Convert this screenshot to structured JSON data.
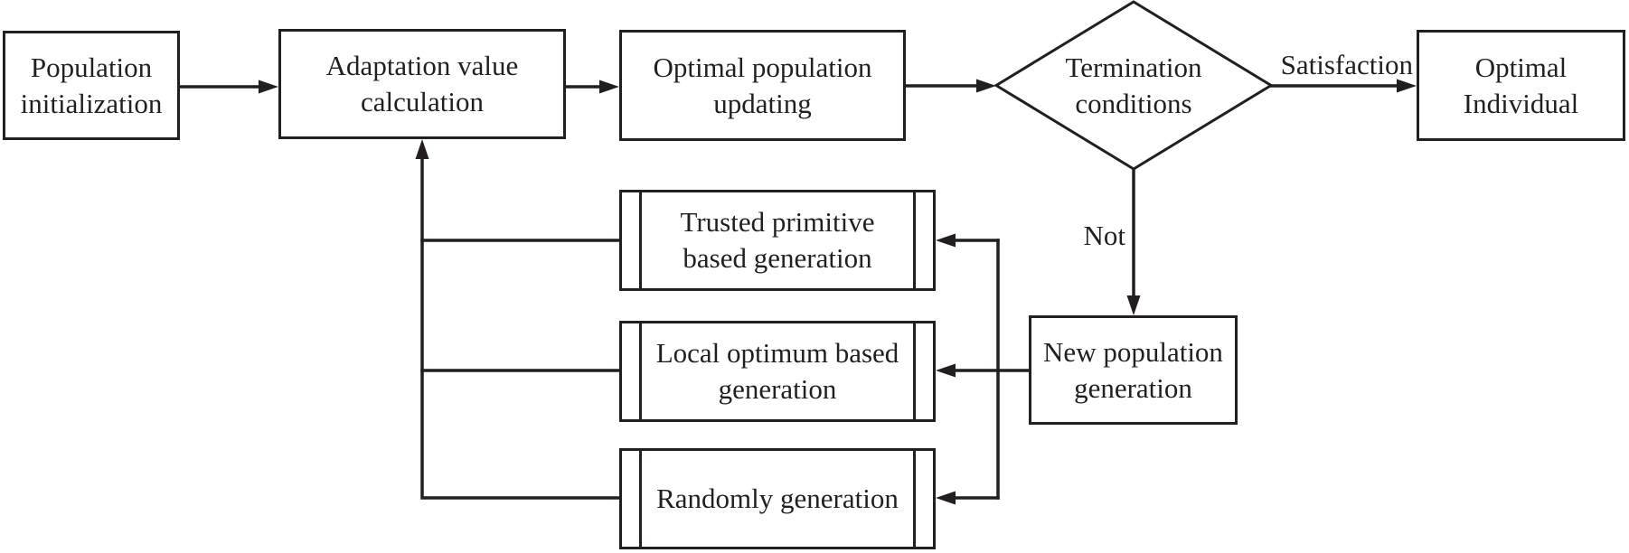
{
  "flowchart": {
    "nodes": [
      {
        "id": "population-initialization",
        "type": "process",
        "label": "Population\ninitialization"
      },
      {
        "id": "adaptation-value-calculation",
        "type": "process",
        "label": "Adaptation value\ncalculation"
      },
      {
        "id": "optimal-population-updating",
        "type": "process",
        "label": "Optimal population\nupdating"
      },
      {
        "id": "termination-conditions",
        "type": "decision",
        "label": "Termination\nconditions"
      },
      {
        "id": "optimal-individual",
        "type": "process",
        "label": "Optimal\nIndividual"
      },
      {
        "id": "trusted-primitive-generation",
        "type": "predefined-process",
        "label": "Trusted primitive\nbased generation"
      },
      {
        "id": "local-optimum-generation",
        "type": "predefined-process",
        "label": "Local optimum based\ngeneration"
      },
      {
        "id": "randomly-generation",
        "type": "predefined-process",
        "label": "Randomly generation"
      },
      {
        "id": "new-population-generation",
        "type": "process",
        "label": "New population\ngeneration"
      }
    ],
    "edge_labels": {
      "satisfaction": "Satisfaction",
      "not": "Not"
    },
    "edges": [
      {
        "from": "population-initialization",
        "to": "adaptation-value-calculation"
      },
      {
        "from": "adaptation-value-calculation",
        "to": "optimal-population-updating"
      },
      {
        "from": "optimal-population-updating",
        "to": "termination-conditions"
      },
      {
        "from": "termination-conditions",
        "to": "optimal-individual",
        "label": "Satisfaction"
      },
      {
        "from": "termination-conditions",
        "to": "new-population-generation",
        "label": "Not"
      },
      {
        "from": "new-population-generation",
        "to": "trusted-primitive-generation"
      },
      {
        "from": "new-population-generation",
        "to": "local-optimum-generation"
      },
      {
        "from": "new-population-generation",
        "to": "randomly-generation"
      },
      {
        "from": "trusted-primitive-generation",
        "to": "adaptation-value-calculation"
      },
      {
        "from": "local-optimum-generation",
        "to": "adaptation-value-calculation"
      },
      {
        "from": "randomly-generation",
        "to": "adaptation-value-calculation"
      }
    ],
    "colors": {
      "line": "#231f20",
      "text": "#231f20",
      "background": "#ffffff"
    }
  }
}
